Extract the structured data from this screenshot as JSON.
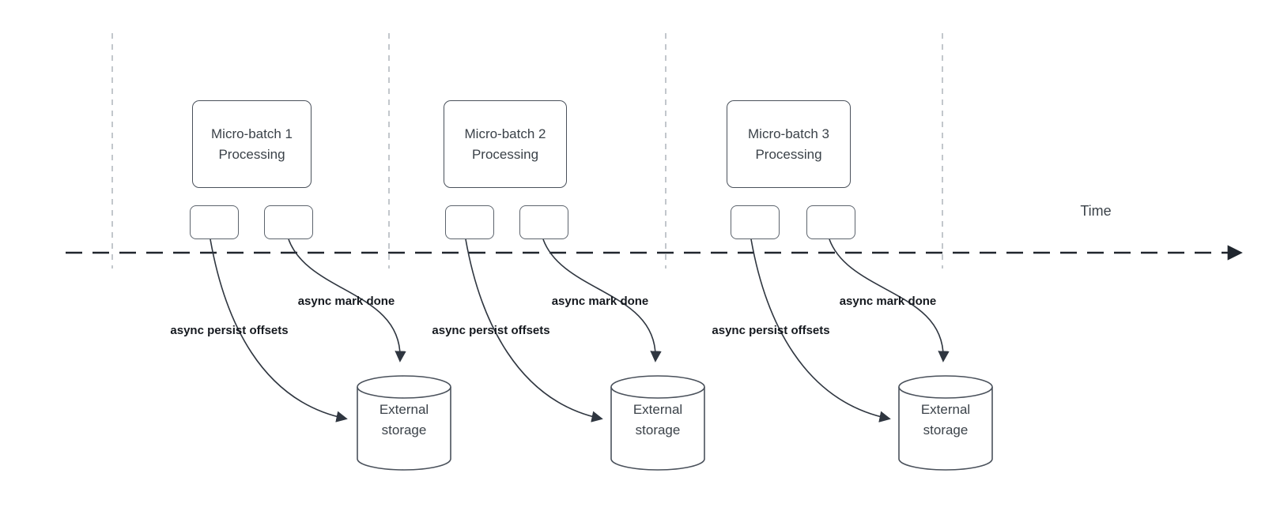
{
  "diagram": {
    "timeline_label": "Time",
    "groups": [
      {
        "title": "Micro-batch 1 Processing",
        "persist_label": "async persist offsets",
        "done_label": "async mark done",
        "storage_label": "External storage"
      },
      {
        "title": "Micro-batch 2 Processing",
        "persist_label": "async persist offsets",
        "done_label": "async mark done",
        "storage_label": "External storage"
      },
      {
        "title": "Micro-batch 3 Processing",
        "persist_label": "async persist offsets",
        "done_label": "async mark done",
        "storage_label": "External storage"
      }
    ],
    "colors": {
      "background": "#ffffff",
      "shape_stroke": "#4a515b",
      "curve_stroke": "#2f3640",
      "timeline_stroke": "#20262e",
      "guide_stroke": "#b4b9bf",
      "text": "#3b4249",
      "bold_label_text": "#15191f"
    }
  }
}
